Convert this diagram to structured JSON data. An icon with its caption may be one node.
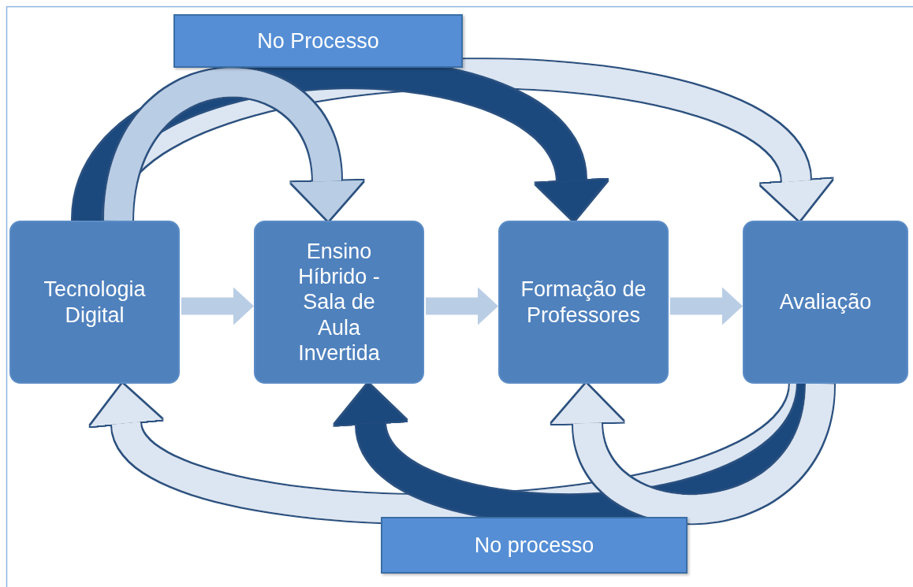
{
  "diagram": {
    "nodes": [
      {
        "text": [
          "No Processo"
        ]
      },
      {
        "text": [
          "Tecnologia Digital"
        ]
      },
      {
        "text": [
          "Ensino Híbrido - Sala de Aula Invertida"
        ]
      },
      {
        "text": [
          "Formação de Professores"
        ]
      },
      {
        "text": [
          "Avaliação"
        ]
      },
      {
        "text": [
          "No processo"
        ]
      }
    ],
    "edges": [
      {
        "from": 1,
        "to": 2,
        "arrow": "to"
      },
      {
        "from": 2,
        "to": 3,
        "arrow": "to"
      },
      {
        "from": 3,
        "to": 4,
        "arrow": "to"
      },
      {
        "from": 1,
        "to": 4,
        "arrow": "to",
        "color": "#dce6f2"
      },
      {
        "from": 1,
        "to": 3,
        "arrow": "to",
        "color": "#1f497d"
      },
      {
        "from": 1,
        "to": 2,
        "arrow": "to"
      },
      {
        "from": 4,
        "to": 1,
        "arrow": "to",
        "color": "#dce6f2"
      },
      {
        "from": 4,
        "to": 2,
        "arrow": "to",
        "color": "#1f497d"
      },
      {
        "from": 4,
        "to": 3,
        "arrow": "to",
        "color": "#dce6f2"
      }
    ]
  }
}
